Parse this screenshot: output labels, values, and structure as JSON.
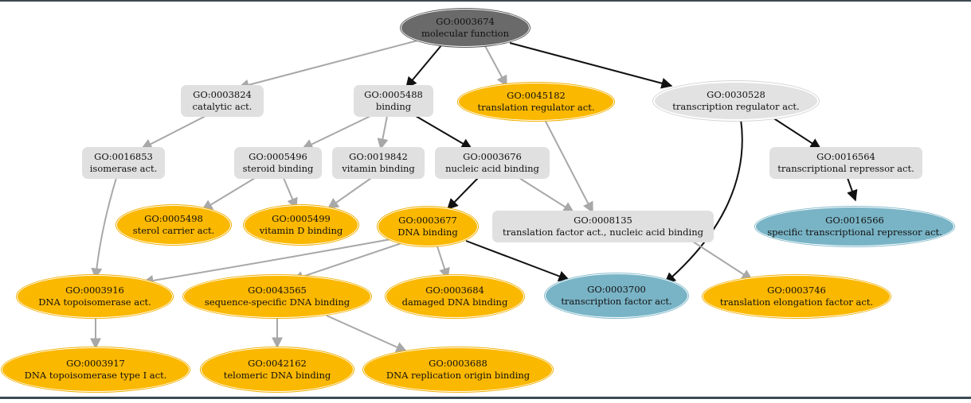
{
  "nodes": [
    {
      "id": "GO:0003674",
      "label": "molecular function",
      "color": "#6a6a6a"
    },
    {
      "id": "GO:0003824",
      "label": "catalytic act.",
      "color": "#e0e0e0"
    },
    {
      "id": "GO:0005488",
      "label": "binding",
      "color": "#e0e0e0"
    },
    {
      "id": "GO:0045182",
      "label": "translation regulator act.",
      "color": "#fbb800"
    },
    {
      "id": "GO:0030528",
      "label": "transcription regulator act.",
      "color": "#e2e2e2"
    },
    {
      "id": "GO:0016853",
      "label": "isomerase act.",
      "color": "#e0e0e0"
    },
    {
      "id": "GO:0005496",
      "label": "steroid binding",
      "color": "#e0e0e0"
    },
    {
      "id": "GO:0019842",
      "label": "vitamin binding",
      "color": "#e0e0e0"
    },
    {
      "id": "GO:0003676",
      "label": "nucleic acid binding",
      "color": "#e0e0e0"
    },
    {
      "id": "GO:0016564",
      "label": "transcriptional repressor act.",
      "color": "#e0e0e0"
    },
    {
      "id": "GO:0005498",
      "label": "sterol carrier act.",
      "color": "#fbb800"
    },
    {
      "id": "GO:0005499",
      "label": "vitamin D binding",
      "color": "#fbb800"
    },
    {
      "id": "GO:0003677",
      "label": "DNA binding",
      "color": "#fbb800"
    },
    {
      "id": "GO:0008135",
      "label": "translation factor act., nucleic acid binding",
      "color": "#e0e0e0"
    },
    {
      "id": "GO:0016566",
      "label": "specific transcriptional repressor act.",
      "color": "#79b4c6"
    },
    {
      "id": "GO:0003916",
      "label": "DNA topoisomerase act.",
      "color": "#fbb800"
    },
    {
      "id": "GO:0043565",
      "label": "sequence-specific DNA binding",
      "color": "#fbb800"
    },
    {
      "id": "GO:0003684",
      "label": "damaged DNA binding",
      "color": "#fbb800"
    },
    {
      "id": "GO:0003700",
      "label": "transcription factor act.",
      "color": "#79b4c6"
    },
    {
      "id": "GO:0003746",
      "label": "translation elongation factor act.",
      "color": "#fbb800"
    },
    {
      "id": "GO:0003917",
      "label": "DNA topoisomerase type I act.",
      "color": "#fbb800"
    },
    {
      "id": "GO:0042162",
      "label": "telomeric DNA binding",
      "color": "#fbb800"
    },
    {
      "id": "GO:0003688",
      "label": "DNA replication origin binding",
      "color": "#fbb800"
    }
  ],
  "edges": [
    {
      "from": "GO:0003674",
      "to": "GO:0003824",
      "highlight": false
    },
    {
      "from": "GO:0003674",
      "to": "GO:0005488",
      "highlight": true
    },
    {
      "from": "GO:0003674",
      "to": "GO:0045182",
      "highlight": false
    },
    {
      "from": "GO:0003674",
      "to": "GO:0030528",
      "highlight": true
    },
    {
      "from": "GO:0003824",
      "to": "GO:0016853",
      "highlight": false
    },
    {
      "from": "GO:0005488",
      "to": "GO:0005496",
      "highlight": false
    },
    {
      "from": "GO:0005488",
      "to": "GO:0019842",
      "highlight": false
    },
    {
      "from": "GO:0005488",
      "to": "GO:0003676",
      "highlight": true
    },
    {
      "from": "GO:0030528",
      "to": "GO:0016564",
      "highlight": true
    },
    {
      "from": "GO:0030528",
      "to": "GO:0003700",
      "highlight": true
    },
    {
      "from": "GO:0016853",
      "to": "GO:0003916",
      "highlight": false
    },
    {
      "from": "GO:0005496",
      "to": "GO:0005498",
      "highlight": false
    },
    {
      "from": "GO:0005496",
      "to": "GO:0005499",
      "highlight": false
    },
    {
      "from": "GO:0019842",
      "to": "GO:0005499",
      "highlight": false
    },
    {
      "from": "GO:0003676",
      "to": "GO:0003677",
      "highlight": true
    },
    {
      "from": "GO:0003676",
      "to": "GO:0008135",
      "highlight": false
    },
    {
      "from": "GO:0045182",
      "to": "GO:0008135",
      "highlight": false
    },
    {
      "from": "GO:0016564",
      "to": "GO:0016566",
      "highlight": true
    },
    {
      "from": "GO:0003677",
      "to": "GO:0003916",
      "highlight": false
    },
    {
      "from": "GO:0003677",
      "to": "GO:0043565",
      "highlight": false
    },
    {
      "from": "GO:0003677",
      "to": "GO:0003684",
      "highlight": false
    },
    {
      "from": "GO:0003677",
      "to": "GO:0003700",
      "highlight": true
    },
    {
      "from": "GO:0008135",
      "to": "GO:0003746",
      "highlight": false
    },
    {
      "from": "GO:0003916",
      "to": "GO:0003917",
      "highlight": false
    },
    {
      "from": "GO:0043565",
      "to": "GO:0042162",
      "highlight": false
    },
    {
      "from": "GO:0043565",
      "to": "GO:0003688",
      "highlight": false
    }
  ]
}
